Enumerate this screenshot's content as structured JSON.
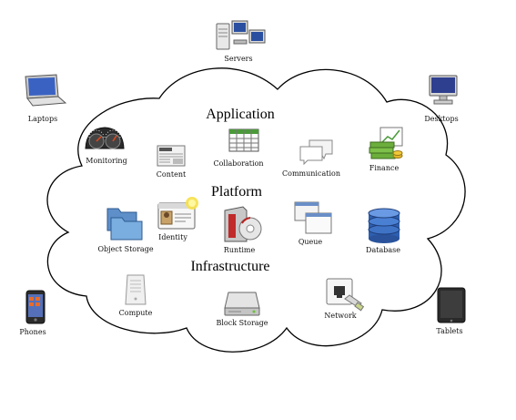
{
  "layers": {
    "application": "Application",
    "platform": "Platform",
    "infrastructure": "Infrastructure"
  },
  "devices": {
    "servers": "Servers",
    "laptops": "Laptops",
    "desktops": "Desktops",
    "phones": "Phones",
    "tablets": "Tablets"
  },
  "application_items": {
    "monitoring": "Monitoring",
    "content": "Content",
    "collaboration": "Collaboration",
    "communication": "Communication",
    "finance": "Finance"
  },
  "platform_items": {
    "object_storage": "Object Storage",
    "identity": "Identity",
    "runtime": "Runtime",
    "queue": "Queue",
    "database": "Database"
  },
  "infrastructure_items": {
    "compute": "Compute",
    "block_storage": "Block Storage",
    "network": "Network"
  },
  "icons": {
    "servers": "servers-icon",
    "laptops": "laptop-icon",
    "desktops": "desktop-icon",
    "phones": "phone-icon",
    "tablets": "tablet-icon",
    "monitoring": "dashboard-gauge-icon",
    "content": "newspaper-icon",
    "collaboration": "spreadsheet-icon",
    "communication": "chat-bubbles-icon",
    "finance": "money-chart-icon",
    "object_storage": "folder-icon",
    "identity": "id-card-icon",
    "runtime": "software-box-icon",
    "queue": "window-stack-icon",
    "database": "database-icon",
    "compute": "server-tower-icon",
    "block_storage": "hard-drive-icon",
    "network": "network-port-icon"
  }
}
